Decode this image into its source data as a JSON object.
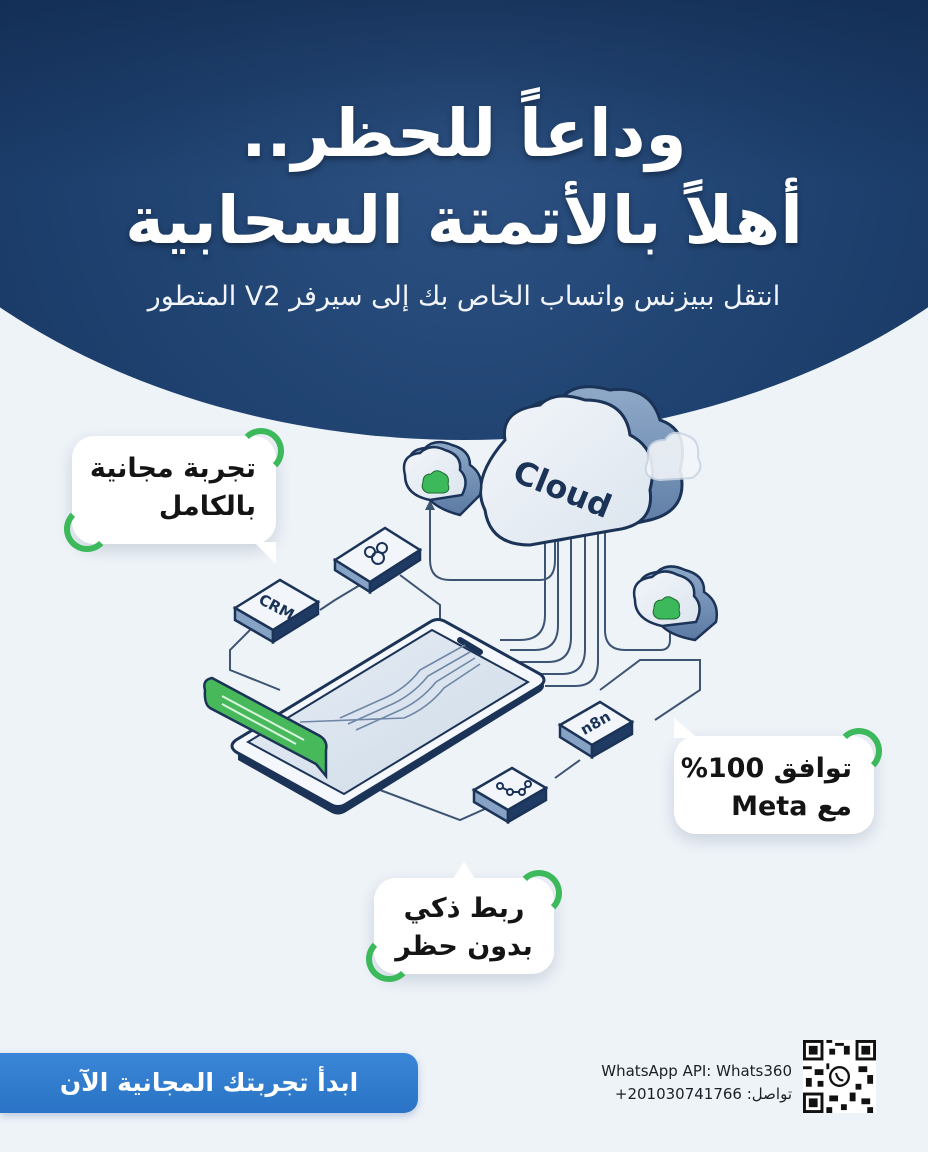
{
  "headline": {
    "line1": "وداعاً للحظر..",
    "line2": "أهلاً بالأتمتة السحابية",
    "subtitle": "انتقل ببيزنس واتساب الخاص بك إلى سيرفر V2 المتطور"
  },
  "illustration": {
    "main_cloud_label": "Cloud",
    "nodes": [
      "CRM",
      "n8n"
    ],
    "icons": [
      "main-cloud-icon",
      "small-cloud-icon-left",
      "small-cloud-icon-right",
      "decor-cloud-icon",
      "team-icon",
      "crm-box",
      "n8n-box",
      "workflow-icon",
      "smartphone-icon",
      "chat-bubble-icon"
    ]
  },
  "bubbles": {
    "free_trial": {
      "line1": "تجربة مجانية",
      "line2": "بالكامل"
    },
    "meta": {
      "line1": "توافق 100%",
      "line2": "مع Meta"
    },
    "smart_link": {
      "line1": "ربط ذكي",
      "line2": "بدون حظر"
    }
  },
  "cta": {
    "label": "ابدأ تجربتك المجانية الآن"
  },
  "contact": {
    "api_label": "WhatsApp API: Whats360",
    "phone_label": "تواصل:",
    "phone_number": "+201030741766"
  },
  "colors": {
    "navy": "#163460",
    "accent_green": "#3cb95a",
    "cta_blue": "#2a73c6",
    "background": "#eef3f8"
  }
}
